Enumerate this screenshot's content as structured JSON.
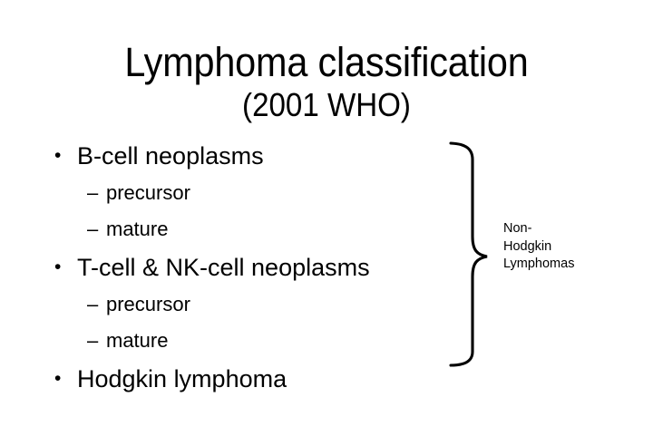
{
  "slide": {
    "title": "Lymphoma classification",
    "subtitle": "(2001 WHO)",
    "background_color": "#ffffff",
    "text_color": "#000000"
  },
  "outline": {
    "bullet_glyph": "•",
    "dash_glyph": "–",
    "items": [
      {
        "level": 1,
        "text": "B-cell neoplasms",
        "children": [
          {
            "level": 2,
            "text": "precursor"
          },
          {
            "level": 2,
            "text": "mature"
          }
        ]
      },
      {
        "level": 1,
        "text": "T-cell & NK-cell neoplasms",
        "children": [
          {
            "level": 2,
            "text": "precursor"
          },
          {
            "level": 2,
            "text": "mature"
          }
        ]
      },
      {
        "level": 1,
        "text": "Hodgkin lymphoma",
        "children": []
      }
    ]
  },
  "annotation": {
    "brace_label_lines": [
      "Non-",
      "Hodgkin",
      "Lymphomas"
    ],
    "brace_label_text": "Non-Hodgkin Lymphomas",
    "brace_stroke_color": "#000000",
    "brace_spans_items": [
      "B-cell neoplasms",
      "T-cell & NK-cell neoplasms"
    ]
  }
}
